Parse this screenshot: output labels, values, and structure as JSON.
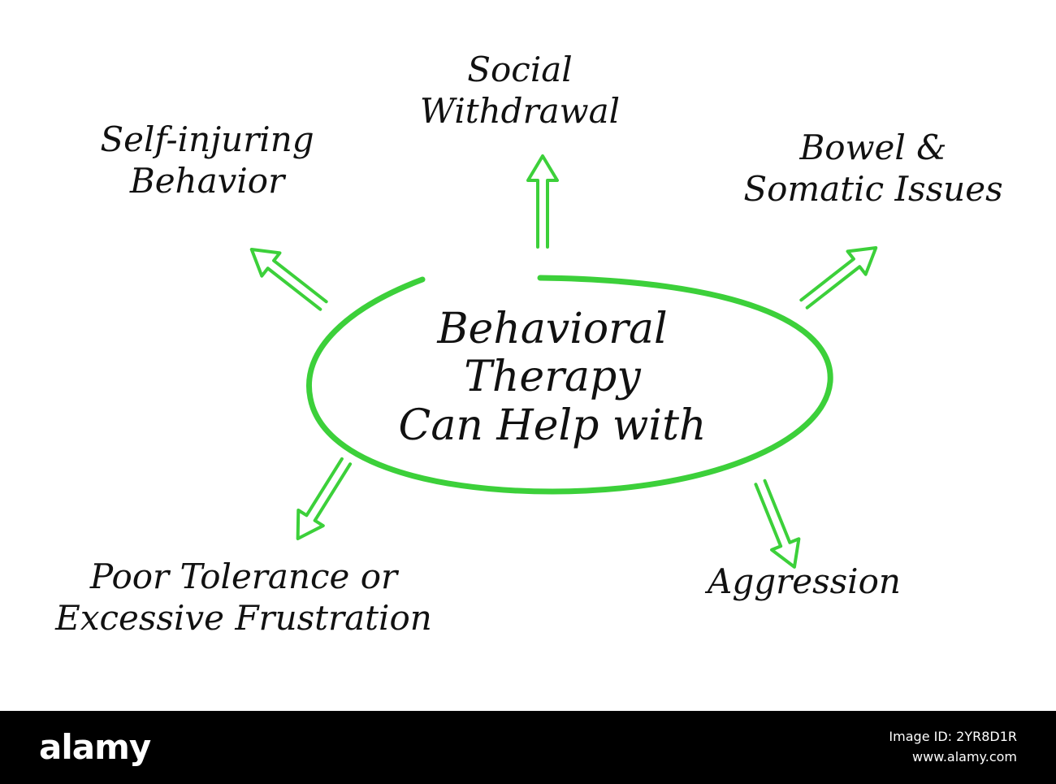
{
  "center": {
    "lines": [
      "Behavioral",
      "Therapy",
      "Can Help with"
    ]
  },
  "outcomes": [
    {
      "id": "self-injuring",
      "lines": [
        "Self-injuring",
        "Behavior"
      ]
    },
    {
      "id": "social-withdrawal",
      "lines": [
        "Social",
        "Withdrawal"
      ]
    },
    {
      "id": "bowel-somatic",
      "lines": [
        "Bowel &",
        "Somatic Issues"
      ]
    },
    {
      "id": "poor-tolerance",
      "lines": [
        "Poor Tolerance or",
        "Excessive Frustration"
      ]
    },
    {
      "id": "aggression",
      "lines": [
        "Aggression"
      ]
    }
  ],
  "colors": {
    "accent": "#3cd03a",
    "text": "#111111",
    "background": "#ffffff",
    "footer": "#000000"
  },
  "icons": {
    "arrow": "hand-drawn-outline-arrow",
    "ellipse": "hand-drawn-ellipse"
  },
  "footer": {
    "brand": "alamy",
    "image_id": "Image ID: 2YR8D1R",
    "site": "www.alamy.com"
  }
}
